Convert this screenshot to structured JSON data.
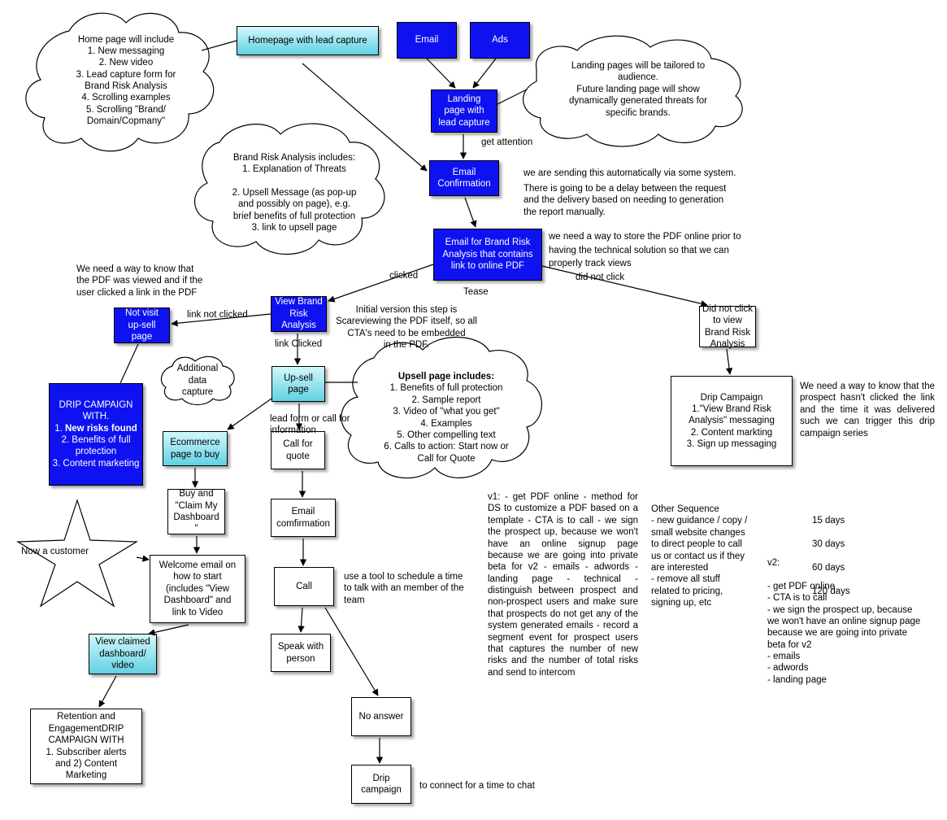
{
  "colors": {
    "blue": "#0f12f0",
    "cyan_top": "#d3f7fb",
    "cyan_bottom": "#5fd1e3"
  },
  "boxes": {
    "homepage": "Homepage with lead capture",
    "email": "Email",
    "ads": "Ads",
    "landing": "Landing\npage with\nlead capture",
    "email_confirmation": "Email\nConfirmation",
    "email_brand_risk": "Email for Brand Risk\nAnalysis that contains\nlink to online PDF",
    "view_brand_risk": "View Brand\nRisk\nAnalysis",
    "not_visit": "Not visit\nup-sell\npage",
    "drip_campaign_with": "DRIP CAMPAIGN\nWITH.",
    "drip_items": [
      "New risks found",
      "Benefits of full protection",
      "Content marketing"
    ],
    "upsell_page": "Up-sell\npage",
    "ecommerce": "Ecommerce\npage to buy",
    "call_for_quote": "Call for\nquote",
    "buy_claim": "Buy and\n\"Claim My\nDashboard\n\"",
    "email_confirmation_2": "Email\ncomfirmation",
    "welcome_email": "Welcome email on\nhow to start\n(includes \"View\nDashboard\" and\nlink to Video",
    "call": "Call",
    "view_claimed": "View claimed\ndashboard/\nvideo",
    "speak_with_person": "Speak with\nperson",
    "retention": "Retention and\nEngagementDRIP\nCAMPAIGN WITH\n1. Subscriber alerts\nand 2) Content\nMarketing",
    "no_answer": "No answer",
    "drip_campaign_small": "Drip\ncampaign",
    "did_not_click_view": "Did not click\nto view\nBrand Risk\nAnalysis",
    "drip_campaign_right": "Drip Campaign\n1.\"View Brand Risk\nAnalysis\" messaging\n2. Content markting\n3. Sign up messaging"
  },
  "clouds": {
    "home_page_includes": "Home page will include\n1. New messaging\n2. New video\n3. Lead capture form for\nBrand Risk Analysis\n4. Scrolling examples\n5. Scrolling \"Brand/\nDomain/Copmany\"",
    "landing_pages_note": "Landing pages will be tailored to\naudience.\nFuture landing page will show\ndynamically generated threats for\nspecific brands.",
    "brand_risk_includes": "Brand Risk Analysis includes:\n1. Explanation of Threats\n\n2. Upsell Message (as pop-up\nand possibly on page), e.g.\nbrief benefits of full protection\n3. link to upsell page",
    "additional_data": "Additional\ndata\ncapture",
    "upsell_includes_title": "Upsell page includes:",
    "upsell_includes": "1. Benefits of full protection\n2. Sample report\n3. Video of \"what you get\"\n4. Examples\n5. Other compelling text\n6. Calls to action: Start now or\nCall for Quote"
  },
  "star_label": "Now a customer",
  "labels": {
    "get_attention": "get attention",
    "sending_auto": "we are sending this automatically via some system.",
    "delay_note": "There is going to be a delay between the request\nand the delivery based on needing to generation\nthe report manually.",
    "store_pdf_note": "we need a way to store the PDF online prior to\nhaving the technical solution so that we can\nproperly track views",
    "clicked": "clicked",
    "did_not_click": "did not click",
    "tease": "Tease",
    "need_know_viewed": "We need a way to know that\nthe PDF was viewed and if the\nuser clicked a link in the PDF",
    "link_not_clicked": "link not clicked",
    "initial_version": "Initial version this step is\nScareviewing the PDF itself, so all\nCTA's need to be embedded\nin the PDF.",
    "link_clicked": "link Clicked",
    "lead_form": "lead form or call for\ninformation",
    "schedule_tool": "use a tool to schedule a time\nto talk with an member of the\nteam",
    "connect_time": "to connect for a time to chat",
    "need_know_not_clicked": "We need a way to know that the prospect hasn't clicked the link and the time it was delivered such we can trigger this drip campaign series",
    "v1_text": "v1: - get PDF online - method for DS to customize a PDF based on a template - CTA is to call - we sign the prospect up, because we won't have an online signup page because we are going into private beta for v2 - emails - adwords - landing page - technical - distinguish between prospect and non-prospect users and make sure that prospects do not get any of the system generated emails - record a segment event for prospect users that captures the number of new risks and the number of total risks and send to intercom",
    "other_sequence": "Other Sequence\n- new guidance / copy /\nsmall website changes\nto direct people to call\nus or contact us if they\nare interested\n- remove all stuff\nrelated to pricing,\nsigning up, etc",
    "days": [
      "15   days",
      "30   days",
      "60   days",
      "120 days"
    ],
    "v2_text": "v2:\n\n- get PDF online\n- CTA is to call\n- we sign the prospect up, because\nwe won't have an online signup page\nbecause we are going into private\nbeta for v2\n- emails\n- adwords\n- landing page"
  }
}
